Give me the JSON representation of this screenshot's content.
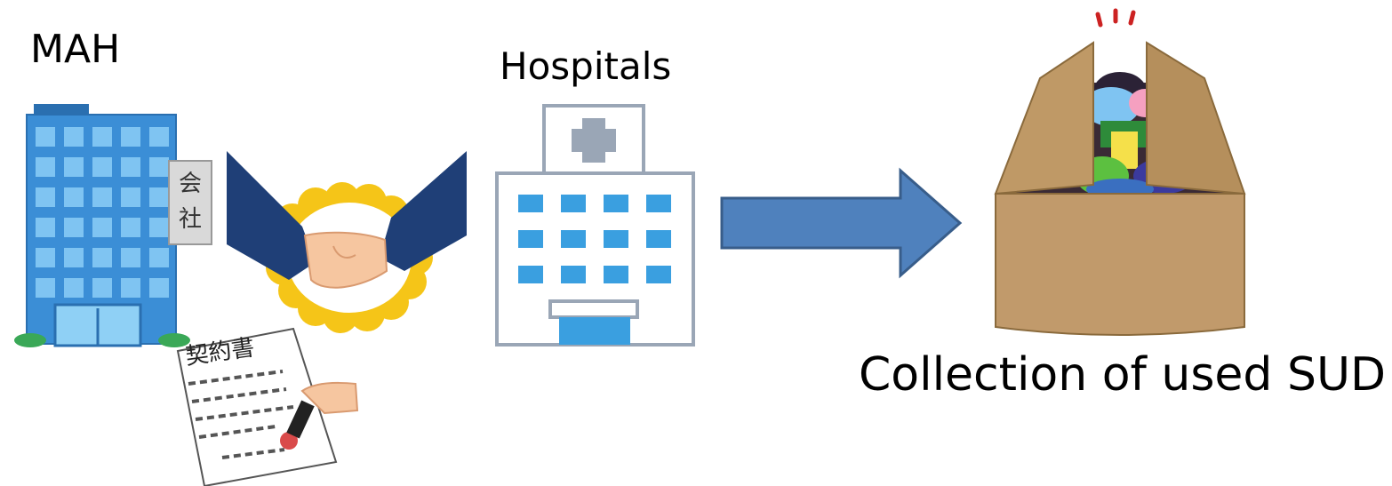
{
  "labels": {
    "mah": "MAH",
    "hospitals": "Hospitals",
    "collection": "Collection of used SUD"
  },
  "illustrations": {
    "company_building": {
      "icon": "office-building-icon",
      "sign_text": "会社"
    },
    "handshake": {
      "icon": "handshake-icon"
    },
    "contract": {
      "icon": "contract-document-icon",
      "title": "契約書"
    },
    "hospital": {
      "icon": "hospital-building-icon"
    },
    "box": {
      "icon": "cardboard-box-icon"
    }
  },
  "arrow": {
    "icon": "right-arrow-icon",
    "color": "#4f81bd"
  },
  "colors": {
    "building_blue": "#3b8ed6",
    "hospital_blue": "#3a9fe0",
    "box_brown": "#c19a6b",
    "handshake_badge": "#f5c518"
  }
}
